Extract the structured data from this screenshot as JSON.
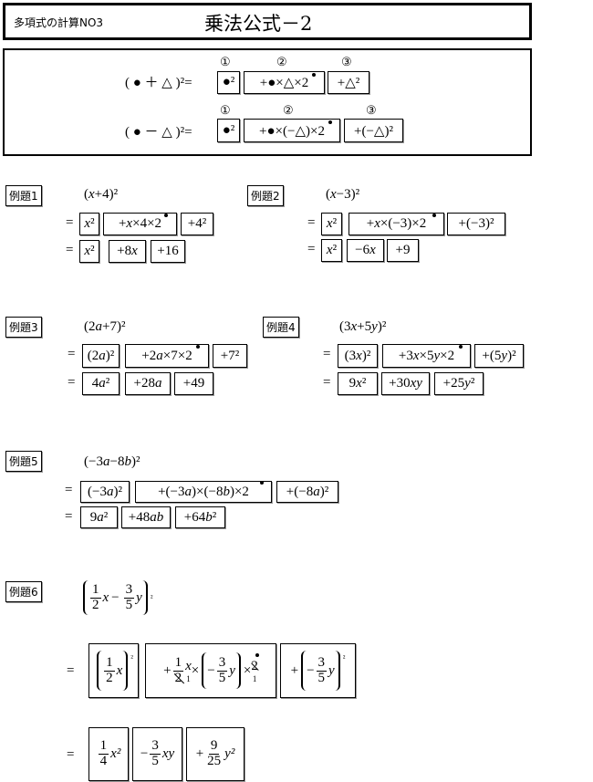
{
  "header": {
    "subtitle": "多項式の計算NO3",
    "title": "乗法公式－2"
  },
  "formulas": {
    "labels": [
      "①",
      "②",
      "③"
    ],
    "plus": {
      "lhs": "( ● ＋ △ )²=",
      "terms": [
        "●²",
        "+●×△×2",
        "+△²"
      ]
    },
    "minus": {
      "lhs": "( ● － △ )²=",
      "terms": [
        "●²",
        "+●×(−△)×2",
        "+(−△)²"
      ]
    }
  },
  "eq": "=",
  "examples": [
    {
      "label": "例題1",
      "problem": "(x+4)²",
      "lines": [
        [
          "x²",
          "+x×4×2",
          "+4²"
        ],
        [
          "x²",
          "+8x",
          "+16"
        ]
      ]
    },
    {
      "label": "例題2",
      "problem": "(x−3)²",
      "lines": [
        [
          "x²",
          "+x×(−3)×2",
          "+(−3)²"
        ],
        [
          "x²",
          "−6x",
          "+9"
        ]
      ]
    },
    {
      "label": "例題3",
      "problem": "(2a+7)²",
      "lines": [
        [
          "(2a)²",
          "+2a×7×2",
          "+7²"
        ],
        [
          "4a²",
          "+28a",
          "+49"
        ]
      ]
    },
    {
      "label": "例題4",
      "problem": "(3x+5y)²",
      "lines": [
        [
          "(3x)²",
          "+3x×5y×2",
          "+(5y)²"
        ],
        [
          "9x²",
          "+30xy",
          "+25y²"
        ]
      ]
    },
    {
      "label": "例題5",
      "problem": "(−3a−8b)²",
      "lines": [
        [
          "(−3a)²",
          "+(−3a)×(−8b)×2",
          "+(−8a)²"
        ],
        [
          "9a²",
          "+48ab",
          "+64b²"
        ]
      ]
    }
  ],
  "example6": {
    "label": "例題6",
    "problem": {
      "n1": "1",
      "d1": "2",
      "v1": "x",
      "op": "−",
      "n2": "3",
      "d2": "5",
      "v2": "y",
      "exp": "²"
    },
    "line1": {
      "t1": {
        "n": "1",
        "d": "2",
        "v": "x",
        "exp": "²"
      },
      "t2": {
        "plus": "+",
        "n": "1",
        "d": "2",
        "v": "x",
        "cancel": "1",
        "times": "×",
        "neg": "−",
        "n2": "3",
        "d2": "5",
        "v2": "y",
        "times2": "×",
        "two": "2",
        "cancel2": "1"
      },
      "t3": {
        "plus": "+",
        "neg": "−",
        "n": "3",
        "d": "5",
        "v": "y",
        "exp": "²"
      }
    },
    "line2": {
      "t1": {
        "n": "1",
        "d": "4",
        "v": "x²"
      },
      "t2": {
        "sign": "−",
        "n": "3",
        "d": "5",
        "v": "xy"
      },
      "t3": {
        "sign": "+",
        "n": "9",
        "d": "25",
        "v": "y²"
      }
    }
  }
}
